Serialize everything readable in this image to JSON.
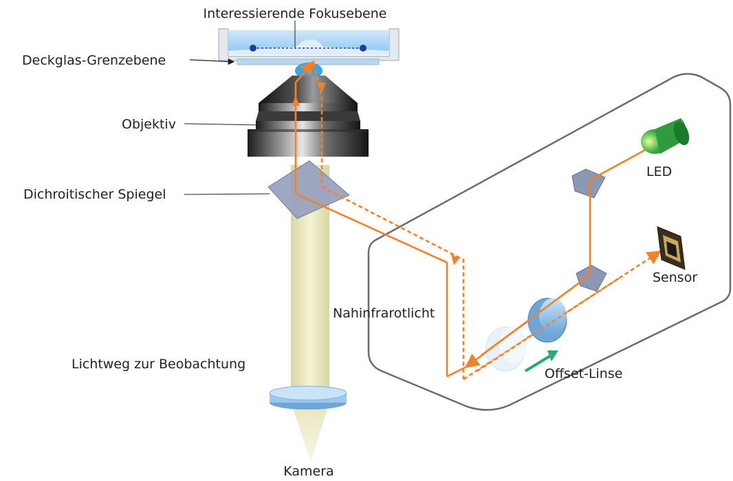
{
  "labels": {
    "focal_plane": "Interessierende Fokusebene",
    "coverslip": "Deckglas-Grenzebene",
    "objective": "Objektiv",
    "dichroic": "Dichroitischer Spiegel",
    "nir": "Nahinfrarotlicht",
    "observation_path": "Lichtweg zur Beobachtung",
    "camera": "Kamera",
    "led": "LED",
    "sensor": "Sensor",
    "offset_lens": "Offset-Linse"
  },
  "colors": {
    "nir_beam": "#f0822a",
    "observation_beam": "#e8e6b8",
    "offset_arrow": "#2aa876",
    "housing_outline": "#666666",
    "led": "#39b54a",
    "lens_blue": "#9cc8ee",
    "mirror": "#8c97b4"
  }
}
